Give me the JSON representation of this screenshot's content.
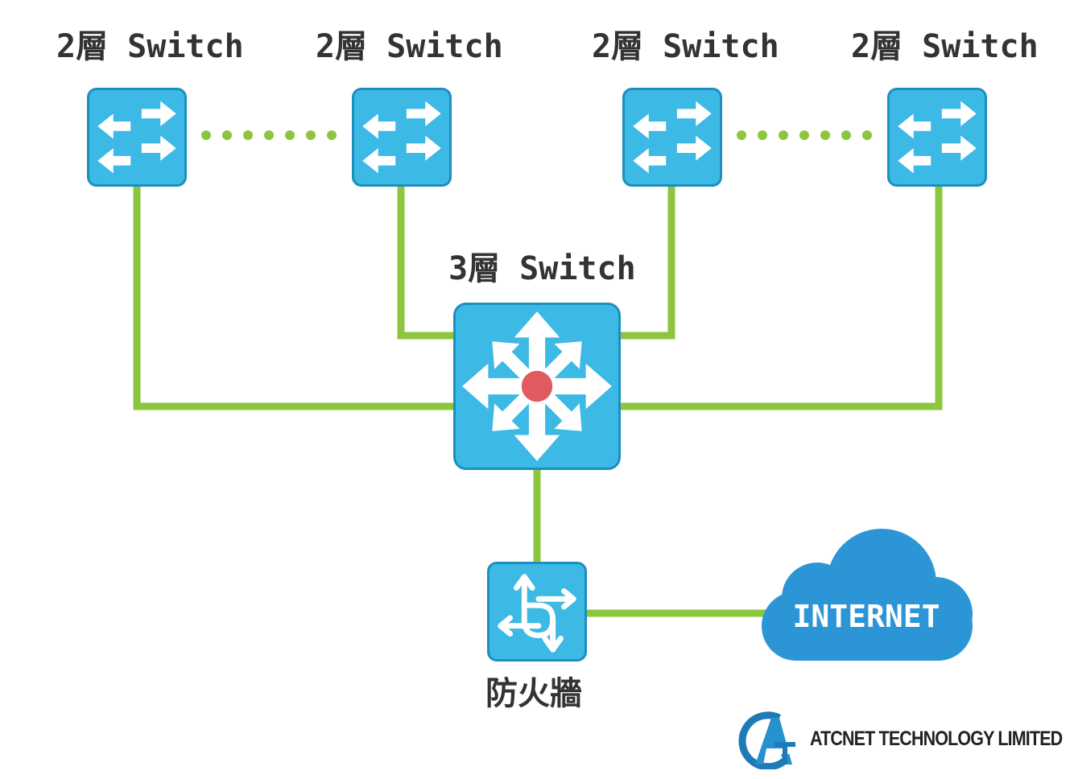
{
  "l2_switches": [
    {
      "label": "2層 Switch"
    },
    {
      "label": "2層 Switch"
    },
    {
      "label": "2層 Switch"
    },
    {
      "label": "2層 Switch"
    }
  ],
  "l3_switch": {
    "label": "3層 Switch"
  },
  "firewall": {
    "label": "防火牆"
  },
  "internet": {
    "label": "INTERNET"
  },
  "brand": {
    "name": "ATCNET TECHNOLOGY LIMITED"
  },
  "colors": {
    "link": "#8cc63f",
    "device_fill": "#3cb9e4",
    "device_border": "#1d8fbe",
    "core_dot": "#e05a5f",
    "cloud": "#2b95d6",
    "label": "#333333"
  },
  "icons": {
    "l2_switch": "switch-arrows-icon",
    "l3_switch": "multilayer-switch-icon",
    "firewall": "firewall-icon",
    "internet": "cloud-icon",
    "brand": "atcnet-logo-icon"
  }
}
